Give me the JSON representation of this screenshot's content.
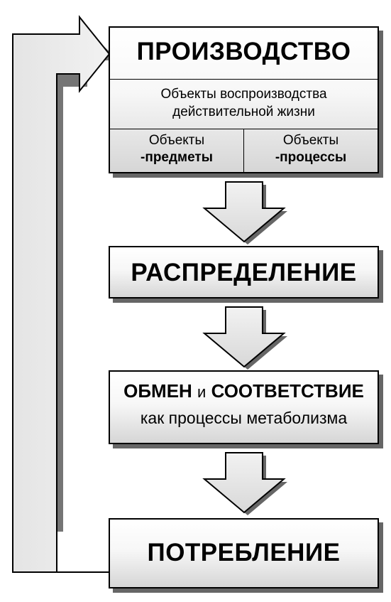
{
  "diagram": {
    "production": {
      "title": "ПРОИЗВОДСТВО",
      "description_line1": "Объекты воспроизводства",
      "description_line2": "действительной жизни",
      "left_cell_line1": "Объекты",
      "left_cell_line2": "-предметы",
      "right_cell_line1": "Объекты",
      "right_cell_line2": "-процессы"
    },
    "distribution": {
      "title": "РАСПРЕДЕЛЕНИЕ"
    },
    "exchange": {
      "word1": "ОБМЕН",
      "conjunction": "и",
      "word2": "СООТВЕТСТВИЕ",
      "subtitle": "как процессы метаболизма"
    },
    "consumption": {
      "title": "ПОТРЕБЛЕНИЕ"
    }
  },
  "colors": {
    "box_fill_top": "#ffffff",
    "box_fill_bottom": "#d6d6d6",
    "arrow_fill": "#e6e6e6",
    "shadow": "#666666",
    "stroke": "#000000"
  }
}
